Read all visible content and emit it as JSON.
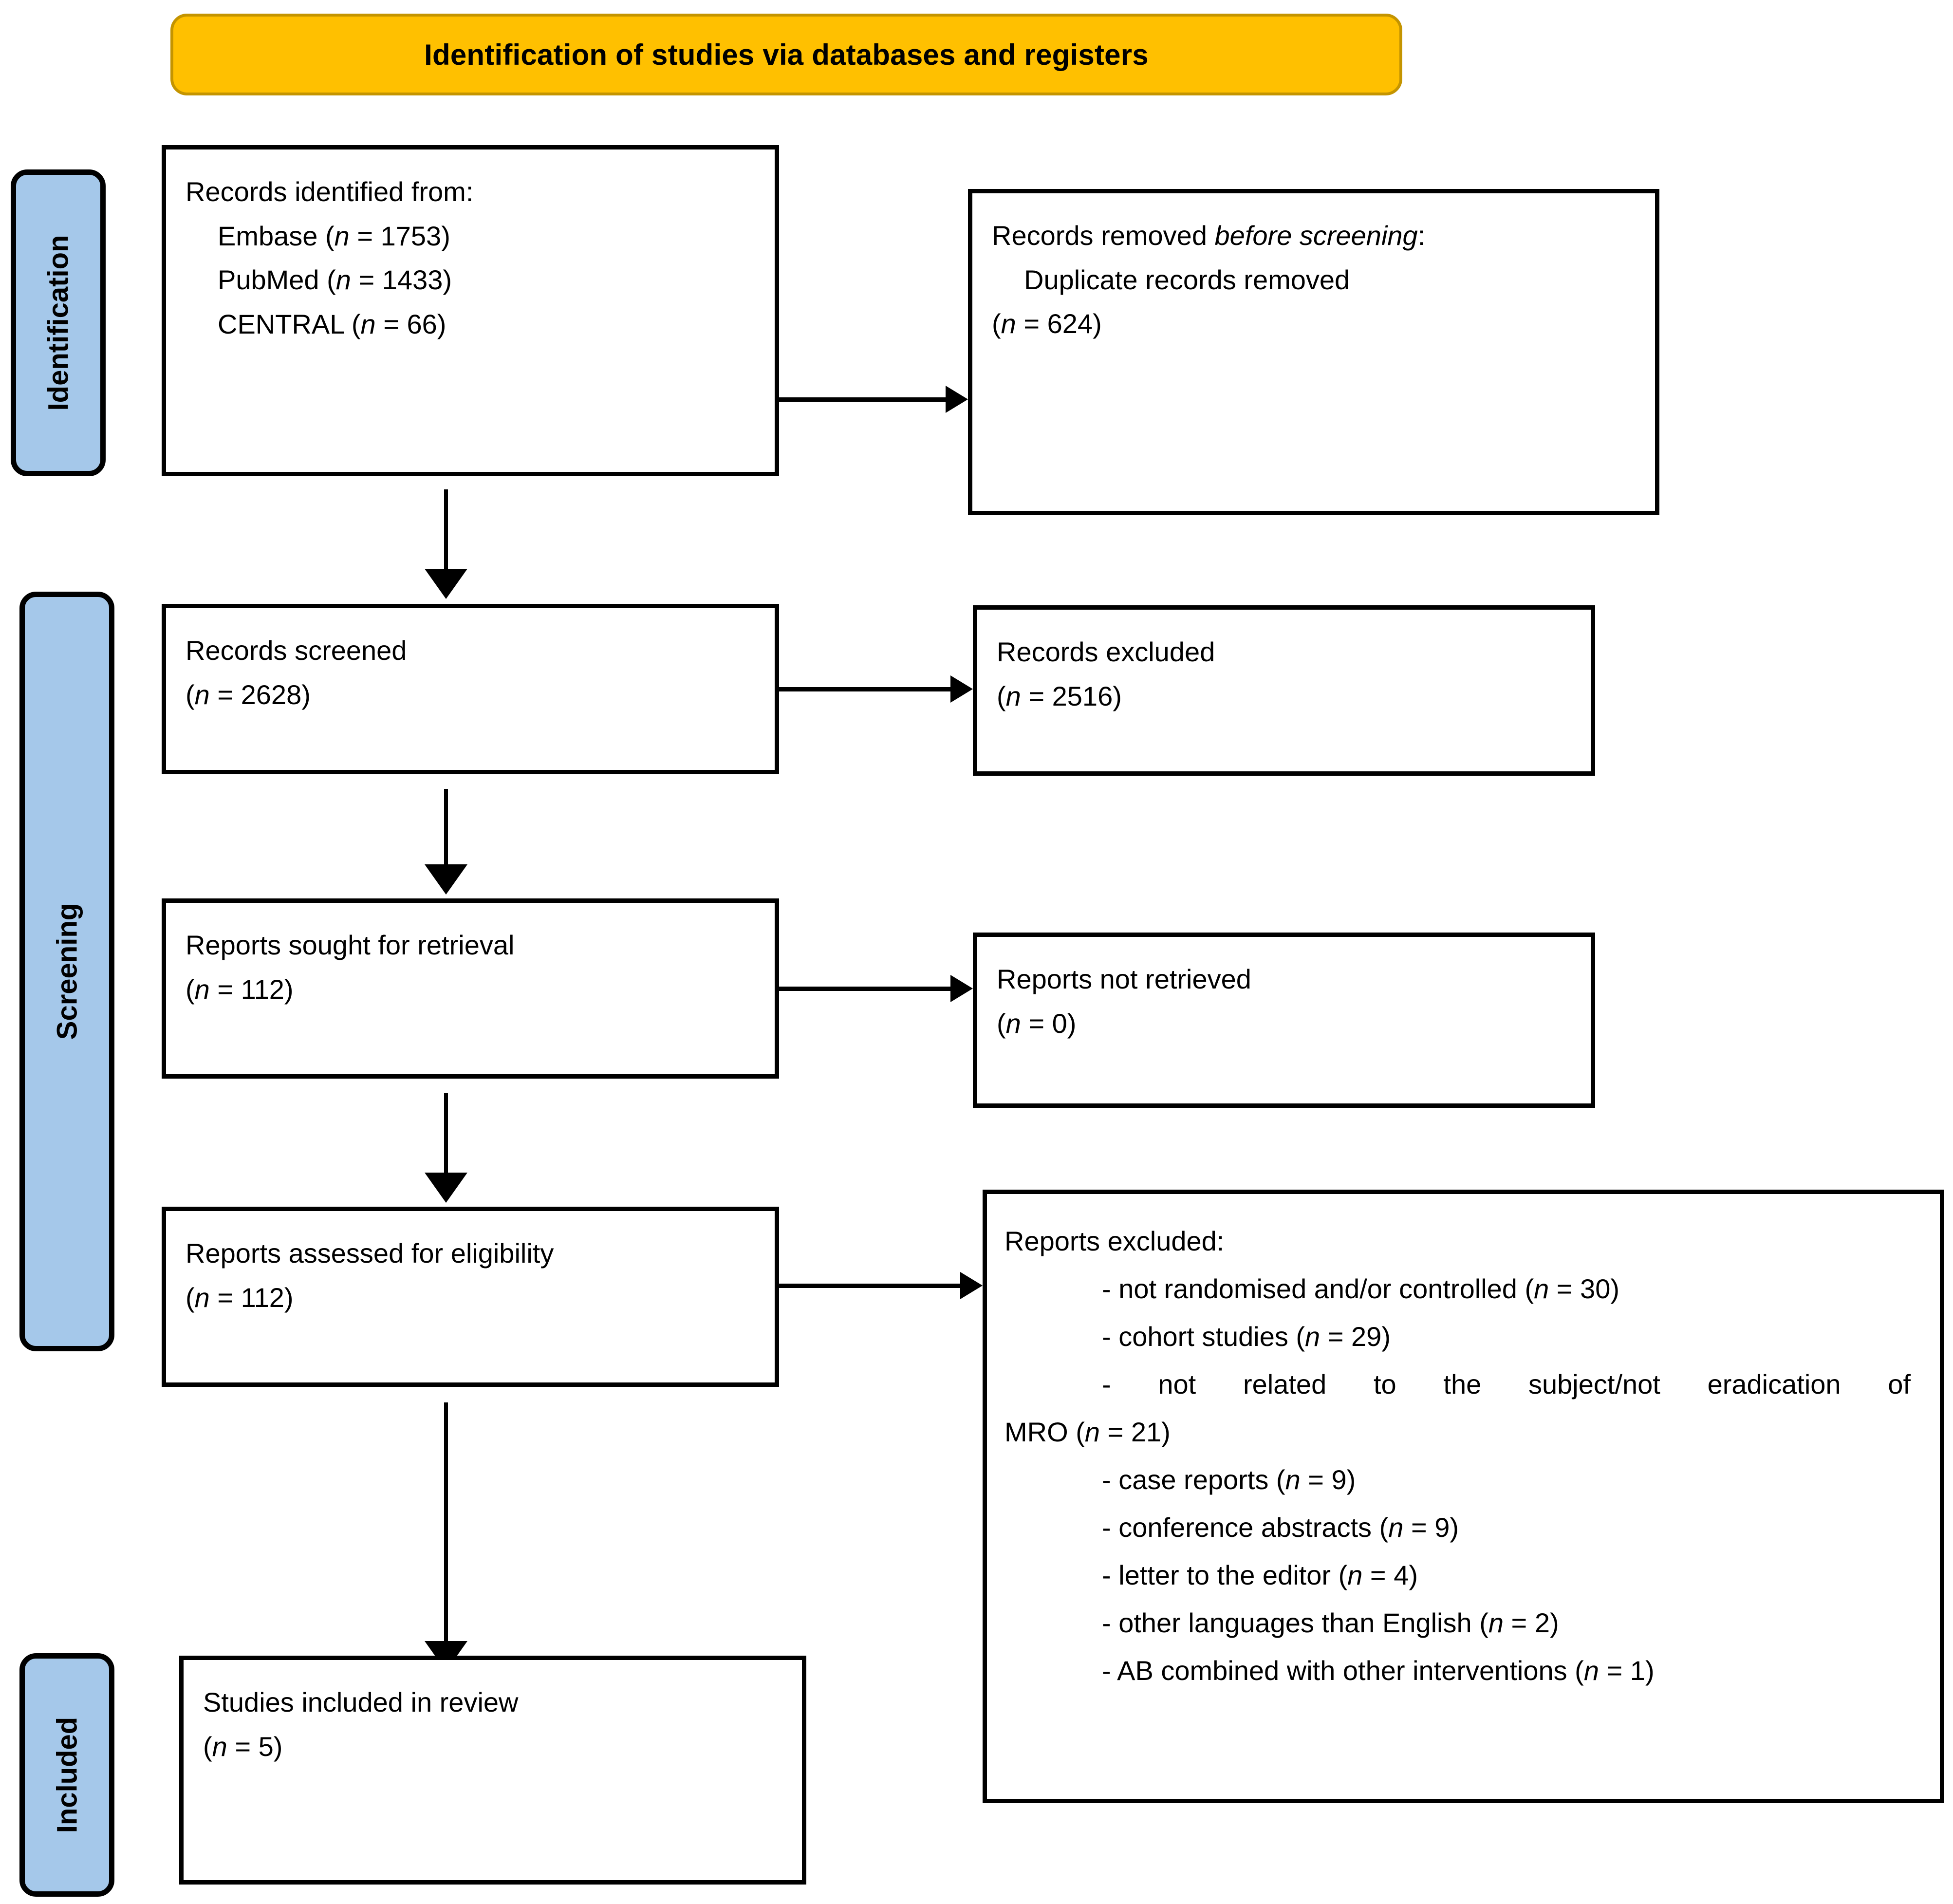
{
  "diagram": {
    "type": "prisma-flow-diagram",
    "banner": {
      "title": "Identification of studies via databases and registers",
      "fill_color": "#FFC000",
      "border_color": "#C49400"
    },
    "stages": [
      {
        "id": "identification",
        "label": "Identification",
        "fill_color": "#A5C8EA"
      },
      {
        "id": "screening",
        "label": "Screening",
        "fill_color": "#A5C8EA"
      },
      {
        "id": "included",
        "label": "Included",
        "fill_color": "#A5C8EA"
      }
    ],
    "boxes": {
      "records_identified": {
        "title": "Records identified from:",
        "lines": [
          {
            "label": "Embase",
            "n": "1753",
            "text_prefix": "Embase (",
            "text_suffix": " = 1753)"
          },
          {
            "label": "PubMed",
            "n": "1433",
            "text_prefix": "PubMed (",
            "text_suffix": " = 1433)"
          },
          {
            "label": "CENTRAL",
            "n": "66",
            "text_prefix": "CENTRAL (",
            "text_suffix": " = 66)"
          }
        ]
      },
      "records_removed": {
        "title_plain": "Records removed ",
        "title_italic": "before screening",
        "title_tail": ":",
        "line1": "Duplicate records removed",
        "count_prefix": "(",
        "count_suffix": " = 624)"
      },
      "records_screened": {
        "title": "Records screened",
        "count_prefix": "(",
        "count_suffix": " = 2628)"
      },
      "records_excluded": {
        "title": "Records excluded",
        "count_prefix": "(",
        "count_suffix": " = 2516)"
      },
      "reports_sought": {
        "title": "Reports sought for retrieval",
        "count_prefix": "(",
        "count_suffix": " = 112)"
      },
      "reports_not_retrieved": {
        "title": "Reports not retrieved",
        "count_prefix": "(",
        "count_suffix": " = 0)"
      },
      "reports_assessed": {
        "title": "Reports assessed for eligibility",
        "count_prefix": "(",
        "count_suffix": " = 112)"
      },
      "reports_excluded": {
        "title": "Reports excluded:",
        "items": [
          {
            "prefix": "- not randomised and/or controlled (",
            "suffix": " = 30)",
            "n": "30",
            "wrap": null
          },
          {
            "prefix": "- cohort studies (",
            "suffix": " = 29)",
            "n": "29",
            "wrap": null
          },
          {
            "prefix": "- not related to the subject/not eradication of",
            "suffix": " = 21)",
            "n": "21",
            "wrap": "MRO ("
          },
          {
            "prefix": "- case reports (",
            "suffix": " = 9)",
            "n": "9",
            "wrap": null
          },
          {
            "prefix": "- conference abstracts (",
            "suffix": " = 9)",
            "n": "9",
            "wrap": null
          },
          {
            "prefix": "- letter to the editor (",
            "suffix": " = 4)",
            "n": "4",
            "wrap": null
          },
          {
            "prefix": "- other languages than English (",
            "suffix": " = 2)",
            "n": "2",
            "wrap": null
          },
          {
            "prefix": "- AB combined with other interventions (",
            "suffix": " = 1)",
            "n": "1",
            "wrap": null
          }
        ]
      },
      "studies_included": {
        "title": "Studies included in review",
        "count_prefix": "(",
        "count_suffix": " = 5)"
      }
    },
    "italic_n": "n"
  }
}
